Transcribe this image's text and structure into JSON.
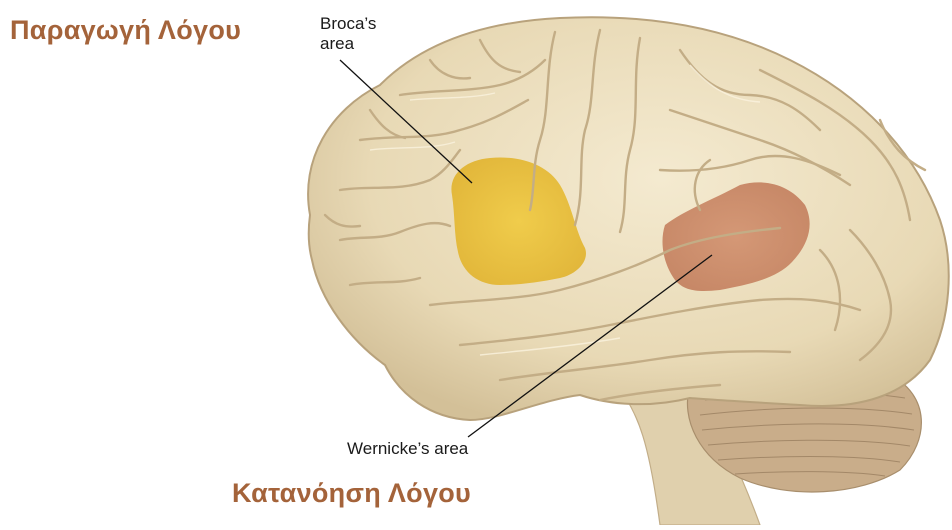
{
  "titles": {
    "production": "Παραγωγή Λόγου",
    "comprehension": "Κατανόηση Λόγου"
  },
  "callouts": {
    "broca_line1": "Broca’s",
    "broca_line2": "area",
    "wernicke": "Wernicke’s area"
  },
  "colors": {
    "title": "#a4633a",
    "brain": "#ede0c0",
    "brain_shadow": "#c9b58f",
    "broca_region": "#ecc33c",
    "wernicke_region": "#cd8d69",
    "cerebellum": "#c9ad8a"
  }
}
